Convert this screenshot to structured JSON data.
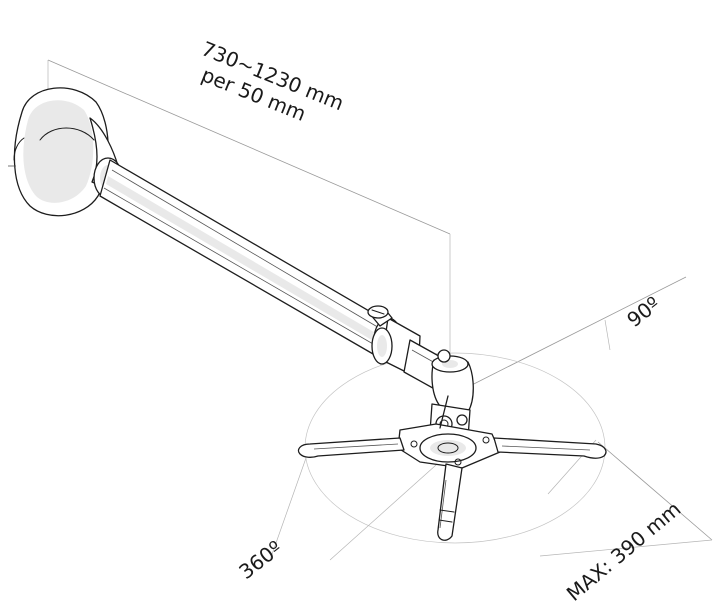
{
  "diagram": {
    "length_range": "730~1230 mm",
    "length_step": "per 50 mm",
    "tilt_angle": "90º",
    "rotation_angle": "360º",
    "max_reach": "MAX: 390 mm"
  },
  "colors": {
    "line": "#1d1d1d",
    "dimension": "#9a9a9a",
    "shade": "#e9e9e9"
  }
}
